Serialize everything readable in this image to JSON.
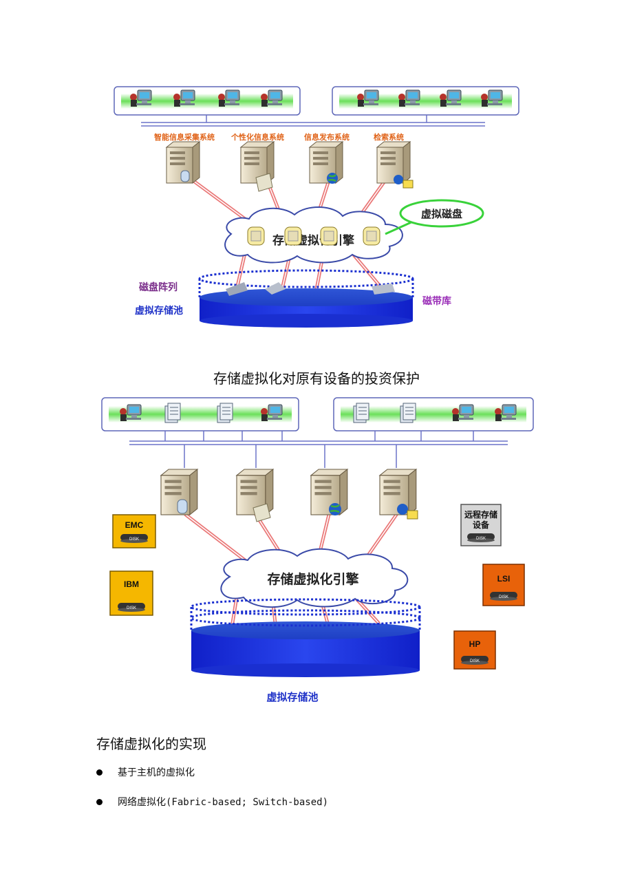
{
  "figure1": {
    "systems": [
      "智能信息采集系统",
      "个性化信息系统",
      "信息发布系统",
      "检索系统"
    ],
    "bubble_label": "虚拟磁盘",
    "engine_label": "存储虚拟化引擎",
    "disk_array_label": "磁盘阵列",
    "pool_label": "虚拟存储池",
    "tape_label": "磁带库"
  },
  "caption1": "存储虚拟化对原有设备的投资保护",
  "figure2": {
    "engine_label": "存储虚拟化引擎",
    "pool_label": "虚拟存储池",
    "vendors": [
      {
        "name": "EMC",
        "disk": "DISK",
        "color": "#f5b700"
      },
      {
        "name": "IBM",
        "disk": "DISK",
        "color": "#f5b700"
      },
      {
        "name": "远程存储设备",
        "disk": "DISK",
        "color": "#d6d6d6"
      },
      {
        "name": "LSI",
        "disk": "DISK",
        "color": "#e8620a"
      },
      {
        "name": "HP",
        "disk": "DISK",
        "color": "#e8620a"
      }
    ]
  },
  "section_heading": "存储虚拟化的实现",
  "bullets": [
    "基于主机的虚拟化",
    "网络虚拟化(Fabric-based; Switch-based)"
  ]
}
